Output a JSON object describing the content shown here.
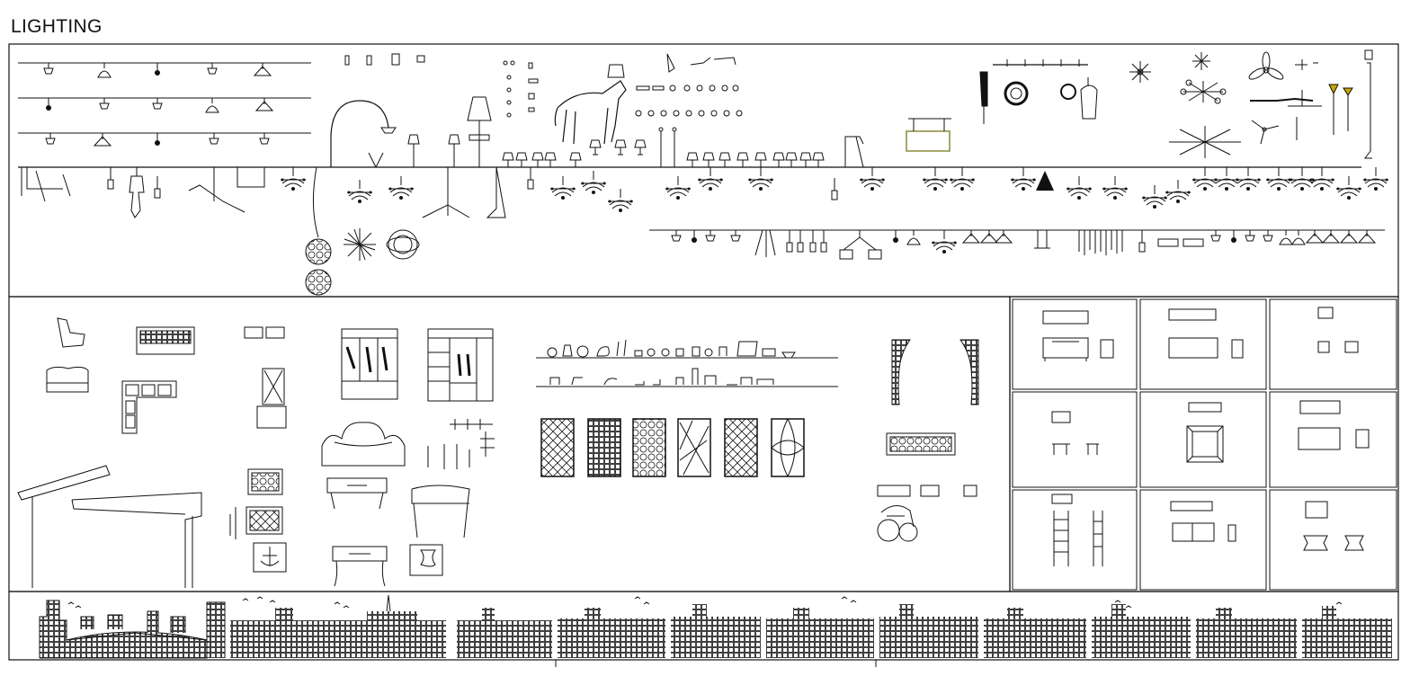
{
  "title": "LIGHTING",
  "colors": {
    "ink": "#111111",
    "accent_olive": "#8a8a3c",
    "accent_gold": "#c8a800",
    "background": "#ffffff"
  },
  "sections": [
    {
      "name": "lighting-block"
    },
    {
      "name": "furniture-decor-block"
    },
    {
      "name": "elevation-grid-block"
    },
    {
      "name": "skyline-strip"
    }
  ]
}
